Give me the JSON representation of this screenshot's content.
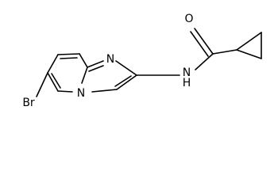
{
  "diagram": {
    "type": "chemical-structure",
    "colors": {
      "bond": "#000000",
      "text": "#000000",
      "background": "#ffffff"
    },
    "atoms": [
      {
        "id": "br",
        "label": "Br"
      },
      {
        "id": "n_ring",
        "label": "N"
      },
      {
        "id": "n_imine",
        "label": "N"
      },
      {
        "id": "nh",
        "label": "N"
      },
      {
        "id": "h",
        "label": "H"
      },
      {
        "id": "o",
        "label": "O"
      }
    ]
  }
}
